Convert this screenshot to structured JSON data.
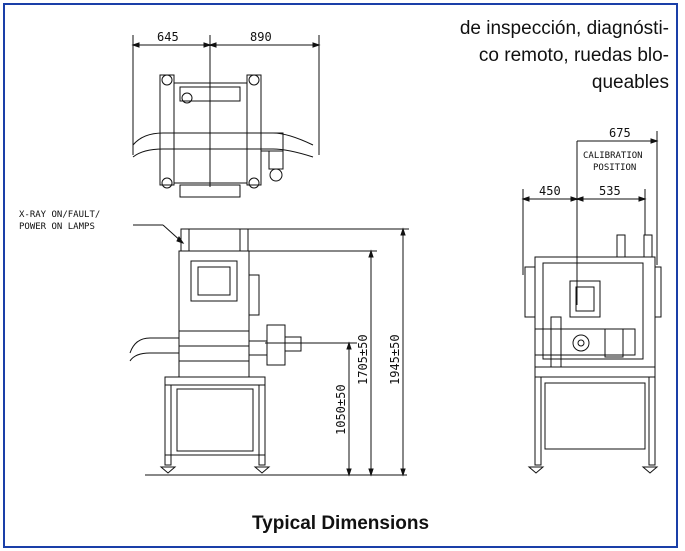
{
  "description_lines": [
    "de inspección, diagnósti-",
    "co remoto, ruedas blo-",
    "queables"
  ],
  "caption": "Typical Dimensions",
  "callout": {
    "line1": "X-RAY ON/FAULT/",
    "line2": "POWER ON LAMPS"
  },
  "top_view": {
    "dim_left": "645",
    "dim_right": "890"
  },
  "front_view": {
    "dim_1050": "1050±50",
    "dim_1705": "1705±50",
    "dim_1945": "1945±50"
  },
  "side_view": {
    "dim_675": "675",
    "calibration_line1": "CALIBRATION",
    "calibration_line2": "POSITION",
    "dim_450": "450",
    "dim_535": "535"
  },
  "colors": {
    "frame_border": "#1a3fa8",
    "line": "#111111"
  }
}
